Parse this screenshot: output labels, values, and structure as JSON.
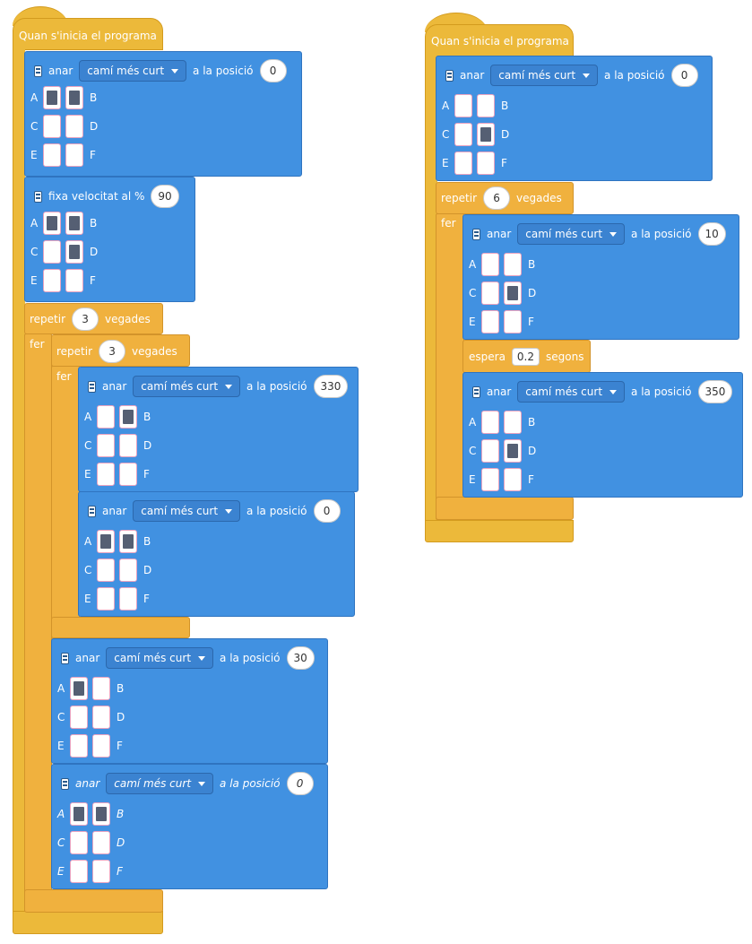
{
  "script1": {
    "hat_label": "Quan s'inicia el programa",
    "move1": {
      "verb": "anar",
      "dropdown": "camí més curt",
      "position_label": "a la posició",
      "position": "0",
      "cells": [
        true,
        true,
        false,
        false,
        false,
        false
      ]
    },
    "speed": {
      "label": "fixa velocitat al %",
      "value": "90",
      "cells": [
        true,
        true,
        false,
        true,
        false,
        false
      ]
    },
    "outer_repeat": {
      "label_repeat": "repetir",
      "count": "3",
      "label_times": "vegades",
      "label_do": "fer"
    },
    "inner_repeat": {
      "label_repeat": "repetir",
      "count": "3",
      "label_times": "vegades",
      "label_do": "fer"
    },
    "move2": {
      "verb": "anar",
      "dropdown": "camí més curt",
      "position_label": "a la posició",
      "position": "330",
      "cells": [
        false,
        true,
        false,
        false,
        false,
        false
      ]
    },
    "move3": {
      "verb": "anar",
      "dropdown": "camí més curt",
      "position_label": "a la posició",
      "position": "0",
      "cells": [
        true,
        true,
        false,
        false,
        false,
        false
      ]
    },
    "move4": {
      "verb": "anar",
      "dropdown": "camí més curt",
      "position_label": "a la posició",
      "position": "30",
      "cells": [
        true,
        false,
        false,
        false,
        false,
        false
      ]
    },
    "move5": {
      "verb": "anar",
      "dropdown": "camí més curt",
      "position_label": "a la posició",
      "position": "0",
      "cells": [
        true,
        true,
        false,
        false,
        false,
        false
      ]
    }
  },
  "script2": {
    "hat_label": "Quan s'inicia el programa",
    "move1": {
      "verb": "anar",
      "dropdown": "camí més curt",
      "position_label": "a la posició",
      "position": "0",
      "cells": [
        false,
        false,
        false,
        true,
        false,
        false
      ]
    },
    "repeat": {
      "label_repeat": "repetir",
      "count": "6",
      "label_times": "vegades",
      "label_do": "fer"
    },
    "move2": {
      "verb": "anar",
      "dropdown": "camí més curt",
      "position_label": "a la posició",
      "position": "10",
      "cells": [
        false,
        false,
        false,
        true,
        false,
        false
      ]
    },
    "wait": {
      "label": "espera",
      "value": "0.2",
      "unit": "segons"
    },
    "move3": {
      "verb": "anar",
      "dropdown": "camí més curt",
      "position_label": "a la posició",
      "position": "350",
      "cells": [
        false,
        false,
        false,
        true,
        false,
        false
      ]
    }
  },
  "grid_labels": [
    "A",
    "B",
    "C",
    "D",
    "E",
    "F"
  ],
  "colors": {
    "hat": "#ecb93a",
    "loop": "#f0b13e",
    "motor_block": "#4191e1",
    "cell_on": "#555f73",
    "cell_border": "#e9a3c0"
  },
  "icons": {
    "motor_block_icon": "robot-icon",
    "dropdown_caret": "chevron-down-icon"
  }
}
